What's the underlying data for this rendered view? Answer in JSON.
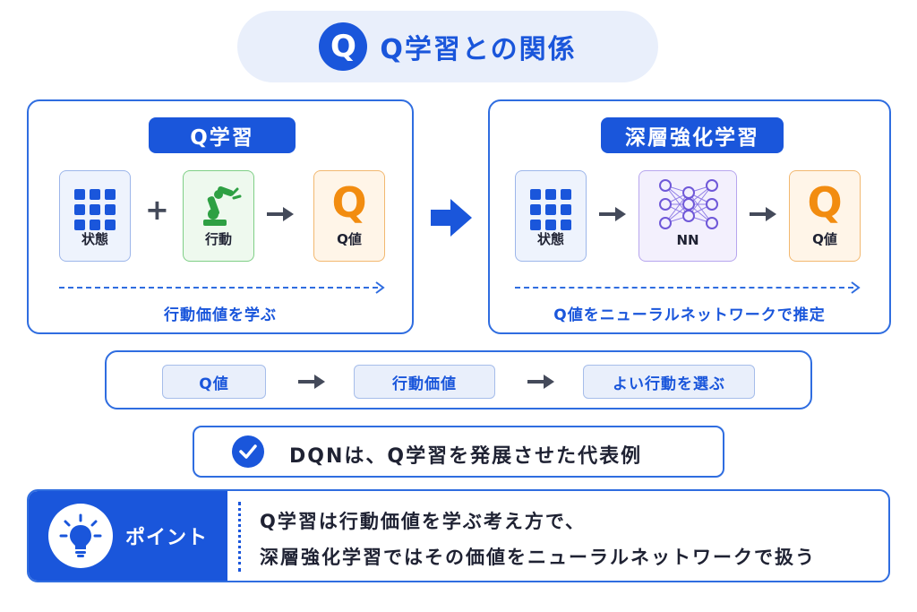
{
  "title": {
    "badge": "Q",
    "text": "Q学習との関係"
  },
  "left_panel": {
    "heading": "Q学習",
    "tiles": [
      {
        "icon": "grid-icon",
        "label": "状態",
        "color": "#1a56db"
      },
      {
        "icon": "robot-arm-icon",
        "label": "行動",
        "color": "#2ea043"
      },
      {
        "icon": "q-letter-icon",
        "glyph": "Q",
        "label": "Q値",
        "color": "#f28c10"
      }
    ],
    "plus": "+",
    "caption": "行動価値を学ぶ"
  },
  "right_panel": {
    "heading": "深層強化学習",
    "tiles": [
      {
        "icon": "grid-icon",
        "label": "状態",
        "color": "#1a56db"
      },
      {
        "icon": "neural-network-icon",
        "label": "NN",
        "color": "#7b61e0"
      },
      {
        "icon": "q-letter-icon",
        "glyph": "Q",
        "label": "Q値",
        "color": "#f28c10"
      }
    ],
    "caption": "Q値をニューラルネットワークで推定"
  },
  "flow": {
    "steps": [
      "Q値",
      "行動価値",
      "よい行動を選ぶ"
    ]
  },
  "dqn": {
    "text": "DQNは、Q学習を発展させた代表例"
  },
  "point": {
    "label": "ポイント",
    "lines": [
      "Q学習は行動価値を学ぶ考え方で、",
      "深層強化学習ではその価値をニューラルネットワークで扱う"
    ]
  },
  "colors": {
    "accent": "#1a56db",
    "green": "#2ea043",
    "orange": "#f28c10",
    "purple": "#7b61e0"
  }
}
